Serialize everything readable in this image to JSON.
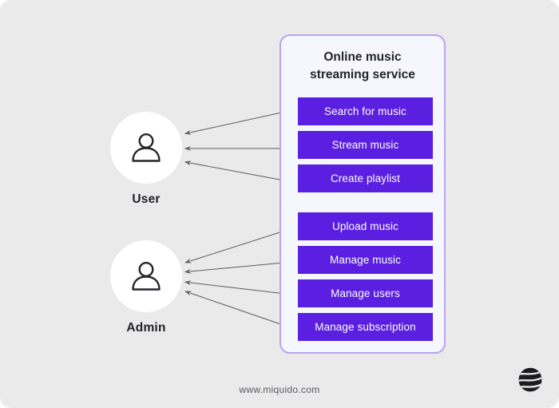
{
  "diagram": {
    "type": "uml-use-case",
    "background_color": "#eaeaea",
    "accent_color": "#5a1fe0",
    "boundary_border_color": "#b9a4f0",
    "boundary_fill_color": "#f5f7fe",
    "system": {
      "title": "Online music\nstreaming service"
    },
    "actors": [
      {
        "id": "user",
        "label": "User",
        "icon": "person-icon",
        "connection_count": 3
      },
      {
        "id": "admin",
        "label": "Admin",
        "icon": "person-icon",
        "connection_count": 4
      }
    ],
    "usecase_groups": [
      {
        "id": "user-usecases",
        "actor": "User",
        "items": [
          {
            "label": "Search for music"
          },
          {
            "label": "Stream music"
          },
          {
            "label": "Create playlist"
          }
        ]
      },
      {
        "id": "admin-usecases",
        "actor": "Admin",
        "items": [
          {
            "label": "Upload music"
          },
          {
            "label": "Manage music"
          },
          {
            "label": "Manage users"
          },
          {
            "label": "Manage subscription"
          }
        ]
      }
    ],
    "associations": [
      {
        "from": "User",
        "to": "Search for music",
        "style": "bidirectional"
      },
      {
        "from": "User",
        "to": "Stream music",
        "style": "bidirectional"
      },
      {
        "from": "User",
        "to": "Create playlist",
        "style": "bidirectional"
      },
      {
        "from": "Admin",
        "to": "Upload music",
        "style": "bidirectional"
      },
      {
        "from": "Admin",
        "to": "Manage music",
        "style": "bidirectional"
      },
      {
        "from": "Admin",
        "to": "Manage users",
        "style": "bidirectional"
      },
      {
        "from": "Admin",
        "to": "Manage subscription",
        "style": "bidirectional"
      }
    ]
  },
  "footer": {
    "url": "www.miquido.com",
    "logo": "miquido-logo-icon"
  }
}
